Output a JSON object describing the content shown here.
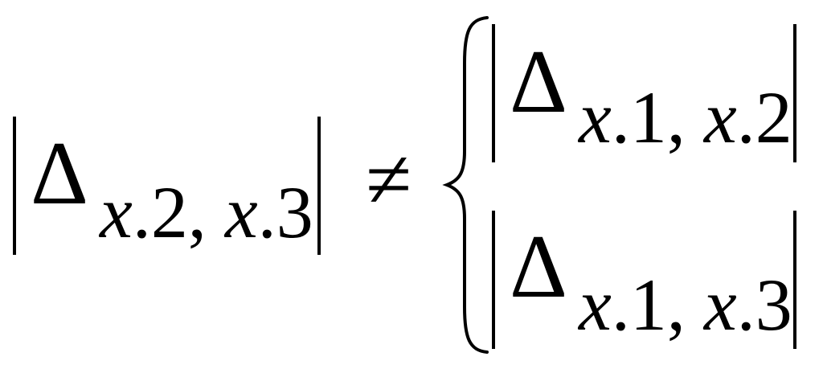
{
  "formula": {
    "lhs": {
      "symbol": "Δ",
      "subscript": {
        "v1": "x",
        "s1": ".2, ",
        "v2": "x",
        "s2": ".3"
      }
    },
    "relation": "≠",
    "cases": [
      {
        "symbol": "Δ",
        "subscript": {
          "v1": "x",
          "s1": ".1, ",
          "v2": "x",
          "s2": ".2"
        }
      },
      {
        "symbol": "Δ",
        "subscript": {
          "v1": "x",
          "s1": ".1, ",
          "v2": "x",
          "s2": ".3"
        }
      }
    ]
  }
}
